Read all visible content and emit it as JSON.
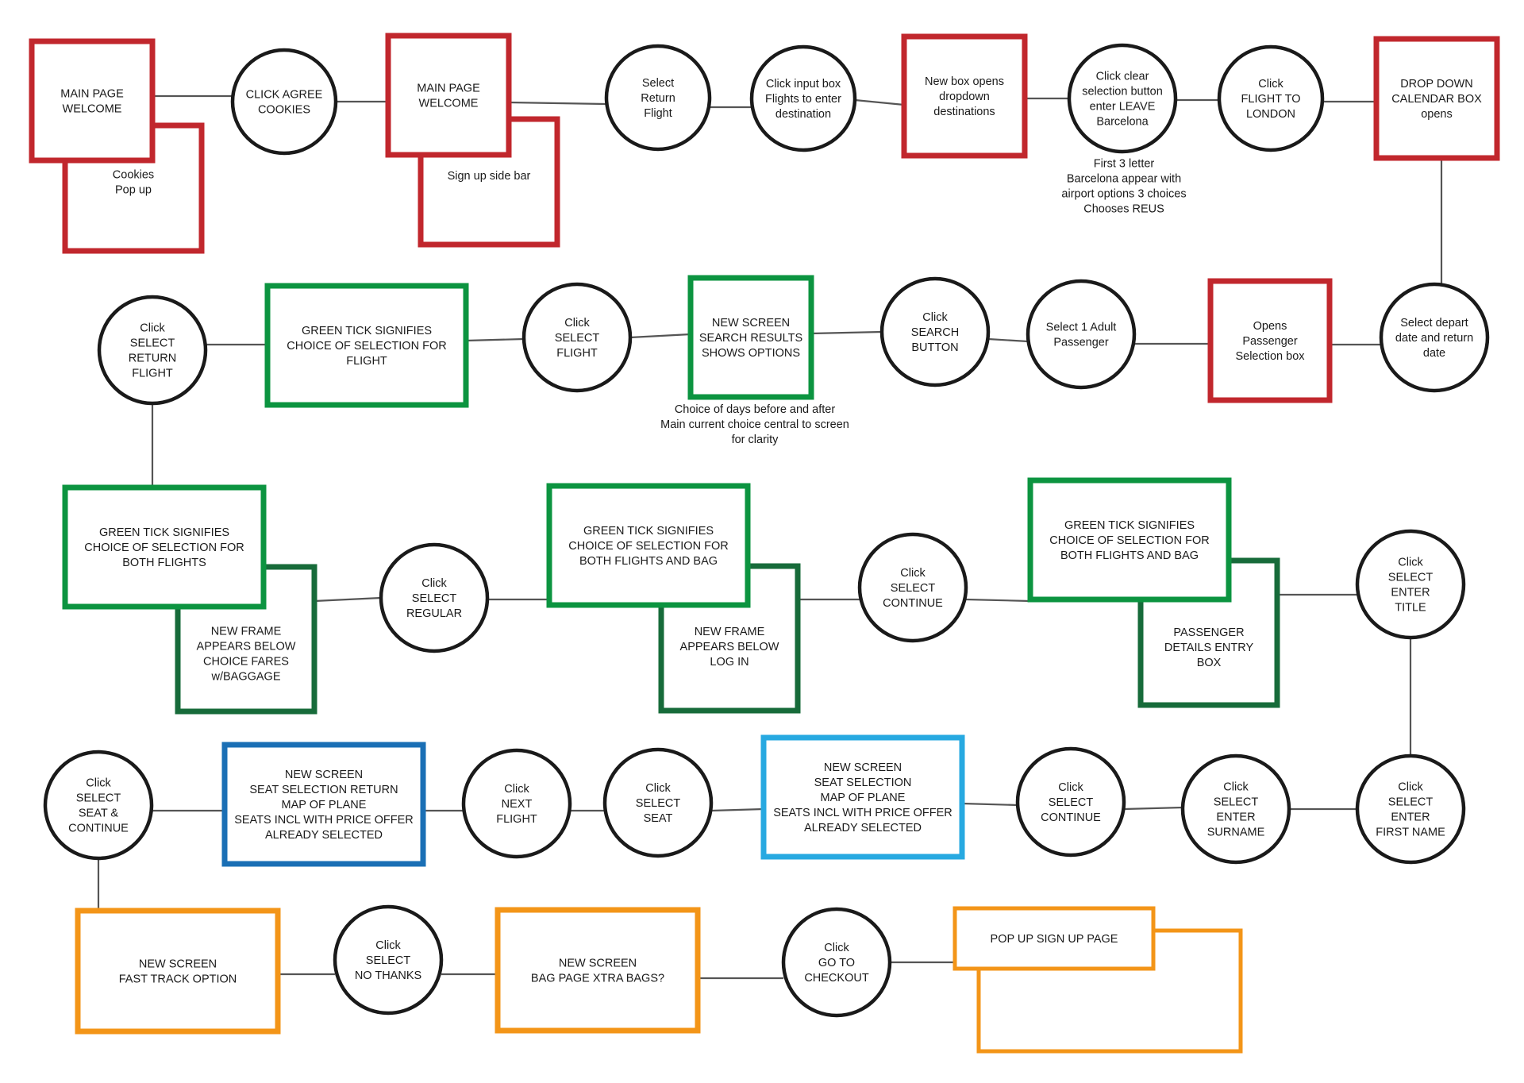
{
  "colors": {
    "red": "#c1272d",
    "green": "#0c9440",
    "darkgreen": "#176b3a",
    "blue": "#1a6fb5",
    "lightblue": "#27a9e1",
    "orange": "#f39518",
    "circle": "#1a1a1a",
    "line": "#555555"
  },
  "nodes": {
    "main_welcome_1": {
      "color": "red",
      "lines": [
        "MAIN PAGE",
        "WELCOME"
      ]
    },
    "cookies_popup": {
      "color": "red",
      "lines": [
        "Cookies",
        "Pop up"
      ]
    },
    "click_agree_cookies": {
      "lines": [
        "CLICK AGREE",
        "COOKIES"
      ]
    },
    "main_welcome_2": {
      "color": "red",
      "lines": [
        "MAIN PAGE",
        "WELCOME"
      ]
    },
    "signup_sidebar": {
      "color": "red",
      "lines": [
        "Sign up side bar"
      ]
    },
    "select_return_flight": {
      "lines": [
        "Select",
        "Return",
        "Flight"
      ]
    },
    "click_input_box": {
      "lines": [
        "Click input box",
        "Flights to enter",
        "destination"
      ]
    },
    "new_box_dropdown": {
      "color": "red",
      "lines": [
        "New box opens",
        "dropdown",
        "destinations"
      ]
    },
    "click_clear_selection": {
      "lines": [
        "Click clear",
        "selection button",
        "enter LEAVE",
        "Barcelona"
      ]
    },
    "click_flight_london": {
      "lines": [
        "Click",
        "FLIGHT TO",
        "LONDON"
      ]
    },
    "dropdown_calendar": {
      "color": "red",
      "lines": [
        "DROP DOWN",
        "CALENDAR BOX",
        "opens"
      ]
    },
    "select_depart_return": {
      "lines": [
        "Select depart",
        "date and return",
        "date"
      ]
    },
    "opens_passenger_box": {
      "color": "red",
      "lines": [
        "Opens",
        "Passenger",
        "Selection box"
      ]
    },
    "select_adult": {
      "lines": [
        "Select 1 Adult",
        "Passenger"
      ]
    },
    "click_search": {
      "lines": [
        "Click",
        "SEARCH",
        "BUTTON"
      ]
    },
    "search_results": {
      "color": "green",
      "lines": [
        "NEW SCREEN",
        "SEARCH RESULTS",
        "SHOWS OPTIONS"
      ]
    },
    "click_select_flight": {
      "lines": [
        "Click",
        "SELECT",
        "FLIGHT"
      ]
    },
    "tick_flight": {
      "color": "green",
      "lines": [
        "GREEN TICK SIGNIFIES",
        "CHOICE OF SELECTION FOR",
        "FLIGHT"
      ]
    },
    "click_select_return": {
      "lines": [
        "Click",
        "SELECT",
        "RETURN",
        "FLIGHT"
      ]
    },
    "tick_both_flights": {
      "color": "green",
      "lines": [
        "GREEN TICK SIGNIFIES",
        "CHOICE OF SELECTION FOR",
        "BOTH FLIGHTS"
      ]
    },
    "frame_fares": {
      "color": "darkgreen",
      "lines": [
        "NEW FRAME",
        "APPEARS BELOW",
        "CHOICE FARES",
        "w/BAGGAGE"
      ]
    },
    "click_regular": {
      "lines": [
        "Click",
        "SELECT",
        "REGULAR"
      ]
    },
    "tick_flights_bag_1": {
      "color": "green",
      "lines": [
        "GREEN TICK SIGNIFIES",
        "CHOICE OF SELECTION FOR",
        "BOTH FLIGHTS AND BAG"
      ]
    },
    "frame_login": {
      "color": "darkgreen",
      "lines": [
        "NEW FRAME",
        "APPEARS BELOW",
        "LOG IN"
      ]
    },
    "click_continue_1": {
      "lines": [
        "Click",
        "SELECT",
        "CONTINUE"
      ]
    },
    "tick_flights_bag_2": {
      "color": "green",
      "lines": [
        "GREEN TICK SIGNIFIES",
        "CHOICE OF SELECTION FOR",
        "BOTH FLIGHTS AND BAG"
      ]
    },
    "passenger_details": {
      "color": "darkgreen",
      "lines": [
        "PASSENGER",
        "DETAILS ENTRY",
        "BOX"
      ]
    },
    "enter_title": {
      "lines": [
        "Click",
        "SELECT",
        "ENTER",
        "TITLE"
      ]
    },
    "enter_first_name": {
      "lines": [
        "Click",
        "SELECT",
        "ENTER",
        "FIRST NAME"
      ]
    },
    "enter_surname": {
      "lines": [
        "Click",
        "SELECT",
        "ENTER",
        "SURNAME"
      ]
    },
    "click_continue_2": {
      "lines": [
        "Click",
        "SELECT",
        "CONTINUE"
      ]
    },
    "seat_selection_1": {
      "color": "lightblue",
      "lines": [
        "NEW SCREEN",
        "SEAT SELECTION",
        "MAP OF PLANE",
        "SEATS INCL WITH PRICE OFFER",
        "ALREADY SELECTED"
      ]
    },
    "click_select_seat": {
      "lines": [
        "Click",
        "SELECT",
        "SEAT"
      ]
    },
    "click_next_flight": {
      "lines": [
        "Click",
        "NEXT",
        "FLIGHT"
      ]
    },
    "seat_selection_return": {
      "color": "blue",
      "lines": [
        "NEW SCREEN",
        "SEAT SELECTION RETURN",
        "MAP OF PLANE",
        "SEATS INCL WITH PRICE OFFER",
        "ALREADY SELECTED"
      ]
    },
    "click_seat_continue": {
      "lines": [
        "Click",
        "SELECT",
        "SEAT &",
        "CONTINUE"
      ]
    },
    "fast_track": {
      "color": "orange",
      "lines": [
        "NEW SCREEN",
        "FAST TRACK OPTION"
      ]
    },
    "click_no_thanks": {
      "lines": [
        "Click",
        "SELECT",
        "NO THANKS"
      ]
    },
    "bag_page": {
      "color": "orange",
      "lines": [
        "NEW SCREEN",
        "BAG PAGE XTRA BAGS?"
      ]
    },
    "go_checkout": {
      "lines": [
        "Click",
        "GO TO",
        "CHECKOUT"
      ]
    },
    "popup_signup_back": {
      "color": "orange",
      "lines": []
    },
    "popup_signup": {
      "color": "orange",
      "lines": [
        "POP UP SIGN UP PAGE"
      ]
    }
  },
  "notes": {
    "barcelona_note": [
      "First 3 letter",
      "Barcelona appear with",
      "airport options 3 choices",
      "Chooses REUS"
    ],
    "days_note": [
      "Choice of days before and after",
      "Main current choice central to screen",
      "for clarity"
    ]
  }
}
